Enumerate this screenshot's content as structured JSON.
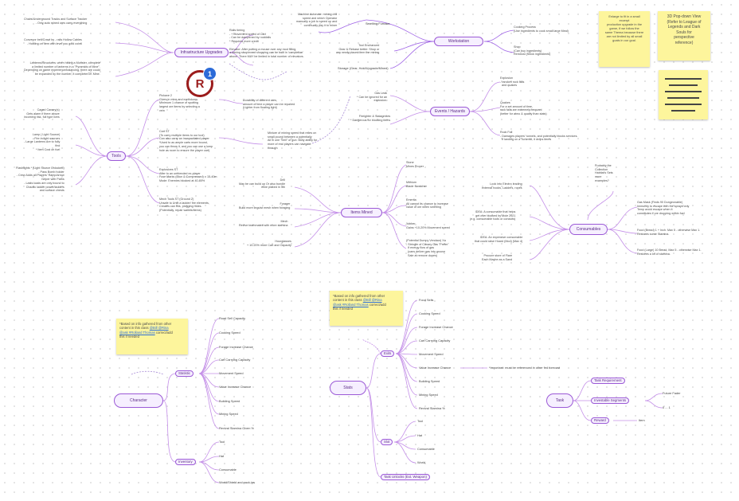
{
  "mindmap": {
    "centers": {
      "infrastructure": "Infrastructure Upgrades",
      "workstation": "Workstation",
      "events": "Events / Hazards",
      "tools": "Tools",
      "consumables": "Consumables",
      "items_mined": "Items Mined",
      "character": "Character",
      "stats_mid": "Stats",
      "title_task": "Task",
      "stats_left": "Statistic",
      "inventory": "Inventory",
      "sub_exits": "Exits",
      "sub_slot": "Slot",
      "task_unlocks": "Task Unlocks (Ext. Weapon)",
      "task_requirement": "Task Requirement",
      "invest_segments": "Investable Segments",
      "reward": "Reward"
    },
    "infra_left": [
      "Chairs/Underground Tracks and Surface Tracker\n- Only auto mined ores carry everything",
      "Conveyor belt/Crawl by - rails Hollow Cables\n- Holding on Item with level you gold coins",
      "Lanterns/Structures: when hitting a Monster, complete\na limited number of lanterns in a \"Pyramids of Mine\".\nDepending on game experience/balancing, there are could\nbe expanded by the number, it complete/OK Mine."
    ],
    "infra_right": "Rails tiering\n- + Movement speed of Cart\n- Can be dampened by rockfalls\n* Requires more credit\n\nElevator: After putting a mouse over any mod filling,\na mining shop/event shopping can be built in 'completion'\nabove. There MAY be limited in total number of elevators.",
    "workstation_left": [
      "Machine Autonate: mining drill\nspeed and which Operator\nmanually a job to speed up and\ncontinually pay it to miner",
      "Tool Enchanced\nGear & Rebase better: Shop or\nany newly placed item the mining",
      "Storage (Gear, Hold/Upgrade/Mined)"
    ],
    "workstation_labels": [
      "Smelting Furnace",
      "Workbench Upgrade"
    ],
    "workstation_right": [
      "Cooking Process\n(Use ingredients to cook small large Meal)",
      "Shop\n(Can buy ingredients)\nRemoval (Stock ingredients)"
    ],
    "events_left": [
      "Gas Leak\n* Can be ignored for an\n  explosion.",
      "Fireighter & Stalagmites\n* Dangerous for blocking items"
    ],
    "events_right": [
      "Explosion\n- random rock falls\n  and quakes",
      "Quakes\nFor a set amount of time,\nrock falls are extremely frequent\n(better for atmo & quality than stats)",
      "Rock Fall\n- Damages players' tunnels, and potentially blocks services.\n  If landing on a Turkmist, it drops items"
    ],
    "tools_left": [
      "Caged Canary(s)\nGets alarm if there above\nincoming risk, full type lives",
      "Lamp ( Light Source)\n- Fire in light sources\n- Large Lanterns Are to fully\n  find\n* Item Cost on fuel",
      "Flashlights * (Light Source Unlocked)\n- Pass Bomb holder\n- Crew Adds all Players' Ramp/arrow\n  helper with Paths\n- Lasts loads are only bound to\n  Chaotic ladder power/ladders\n  and surface chests"
    ],
    "tools_right": [
      "Pickaxe 2\nGives in mine and earthdoms.\nMinimum 1 chance of spotting\nlargest ore items by selecting a\nvein",
      "Cart ST\n(To carry multiple items to our tool)\nCan also carry an incapacitated player\n*Used to as ample carts more bound,\nyou can throw it, and you can use a lump\nhole as room to ensure the player cart)",
      "Explosives ST\nAfter to an unfriended ex-player\nFuse Marks (Stun & Compressed) = 15-40m\nMode: Enemies blocked at 40-80%",
      "Mech Tools ST (Ground Z)\nUnsafe to Unfit a ladder/ fire elements,\nCreates can this, plugging holes.\n(Potentially, repair wallets/items)"
    ],
    "tools_notes": [
      "Durability of different ores,\namount of time a player can be repaired\n(Lighter from floating light)",
      "Mixture of mining speed that relies on\nsmall pound between a potentially\nAll in one \"Drill\" of gun: Bully ability for\nmore of real players can navigate\nthrough"
    ],
    "items_left": [
      "Drill\nMay be can build up Or also bundle\nmine placed in 3th",
      "Forager\nBuild more linguist mesh when foraging",
      "Mech\nRevive teammates with more stamina",
      "Hourglasses\n+ 10-20% more Cart and Capacity"
    ],
    "items_right": [
      "Stone\nMines Proper",
      "Mithium\nBlade Swatcher",
      "Emerita\nAll cannot its chance to increase\nvalue of ore when smelting",
      "Yobber\nGains +10-20% Movement speed",
      "(Potential Dumpy Vendaor) Xa\n- Stringer of Canary Gas \"Prefer\"\n  If energy flow of gas\n  (cans deliver gas into groove\n  Sale at remove dupes)"
    ],
    "cons_left": [
      "Look into Electro leading\nexternal hooks, Ladders, ropes",
      "IDEA: A consumable that helps\nget over blocked by Mole 2021\n(e.g. consumable tools or conduits)",
      "IDEA: An expensive consumable\nthat could raise Hoard (Mod) (Max 4)",
      "Procure store of Flare\nEach Maybe as a Sand"
    ],
    "cons_top": "Probably the\nCollection\nHabitat's Sets\nmore\nexamples?",
    "cons_right": [
      "Gas Mask (Finds 90 Dungeonable)\nImmunity to escape with the sprays only\nTemp avoid escape when it\nconstitutes if ore dropping within fuel",
      "Food (Bread) 1 + Inch. Max 5 - otherwise Max 1.\nRestores some Stamina.",
      "Food (Large) 10 Bread, Max 5 - otherwise Max 1.\nRestores a lot of stamina."
    ],
    "stat_items": [
      "Road Sell Capacity",
      "Cooking Speed",
      "Forage Increase Chance",
      "Cart Carrying Capacity",
      "Movement Speed",
      "Value Increase Chance",
      "Building Speed",
      "Mining Speed",
      "Revival Stamina Given %"
    ],
    "inv_items": [
      "Tool",
      "Hat",
      "Consumable",
      "World/Shield and pack-ips"
    ],
    "exits_items": [
      "Food Sells",
      "Cooking Speed",
      "Forage Increase Chance",
      "Cart Carrying Capacity",
      "Movement Speed",
      "Value Increase Chance",
      "Building Speed",
      "Mining Speed",
      "Revival Stamina %"
    ],
    "exits_note": "*Important: must be referenced in other fed forecast",
    "slot_items": [
      "Tool",
      "Hat",
      "Consumable",
      "World"
    ],
    "task_investable": [
      "Future Fader",
      "0 ... 1"
    ],
    "task_reward_value": "Item"
  },
  "stickies": {
    "top1": "Enlarge to fit in a small\nexcerpt\nproduction upgrade in the\ngame, if we follow the\nsame Thema because there\nare not limited by all small\ngoals in our goal.",
    "top2": "3D Pop-down View\n(Refer to League of\nLegends and Dark\nSouls for\nperspective\nreference)",
    "left_note_pre": "*Based on info gathered from other\ncontent in this class ",
    "left_note_link": "@Bill @Rina\n@ask #Rolland Thomas",
    "left_note_post": " correct/add\nthis if needed",
    "mid_note_pre": "*Based on info gathered from other\ncontent in this class ",
    "mid_note_link": "@Bill @Rina\n@ask #Rolland Thomas",
    "mid_note_post": " correct/add\nthis if needed"
  },
  "badge": {
    "letter": "R",
    "count": "1"
  },
  "colors": {
    "node_border": "#9b59d6",
    "node_fill": "#f6efff",
    "sticky": "#fdf59c",
    "avatar": "#9b1c1c",
    "dot": "#2c6bd8"
  }
}
